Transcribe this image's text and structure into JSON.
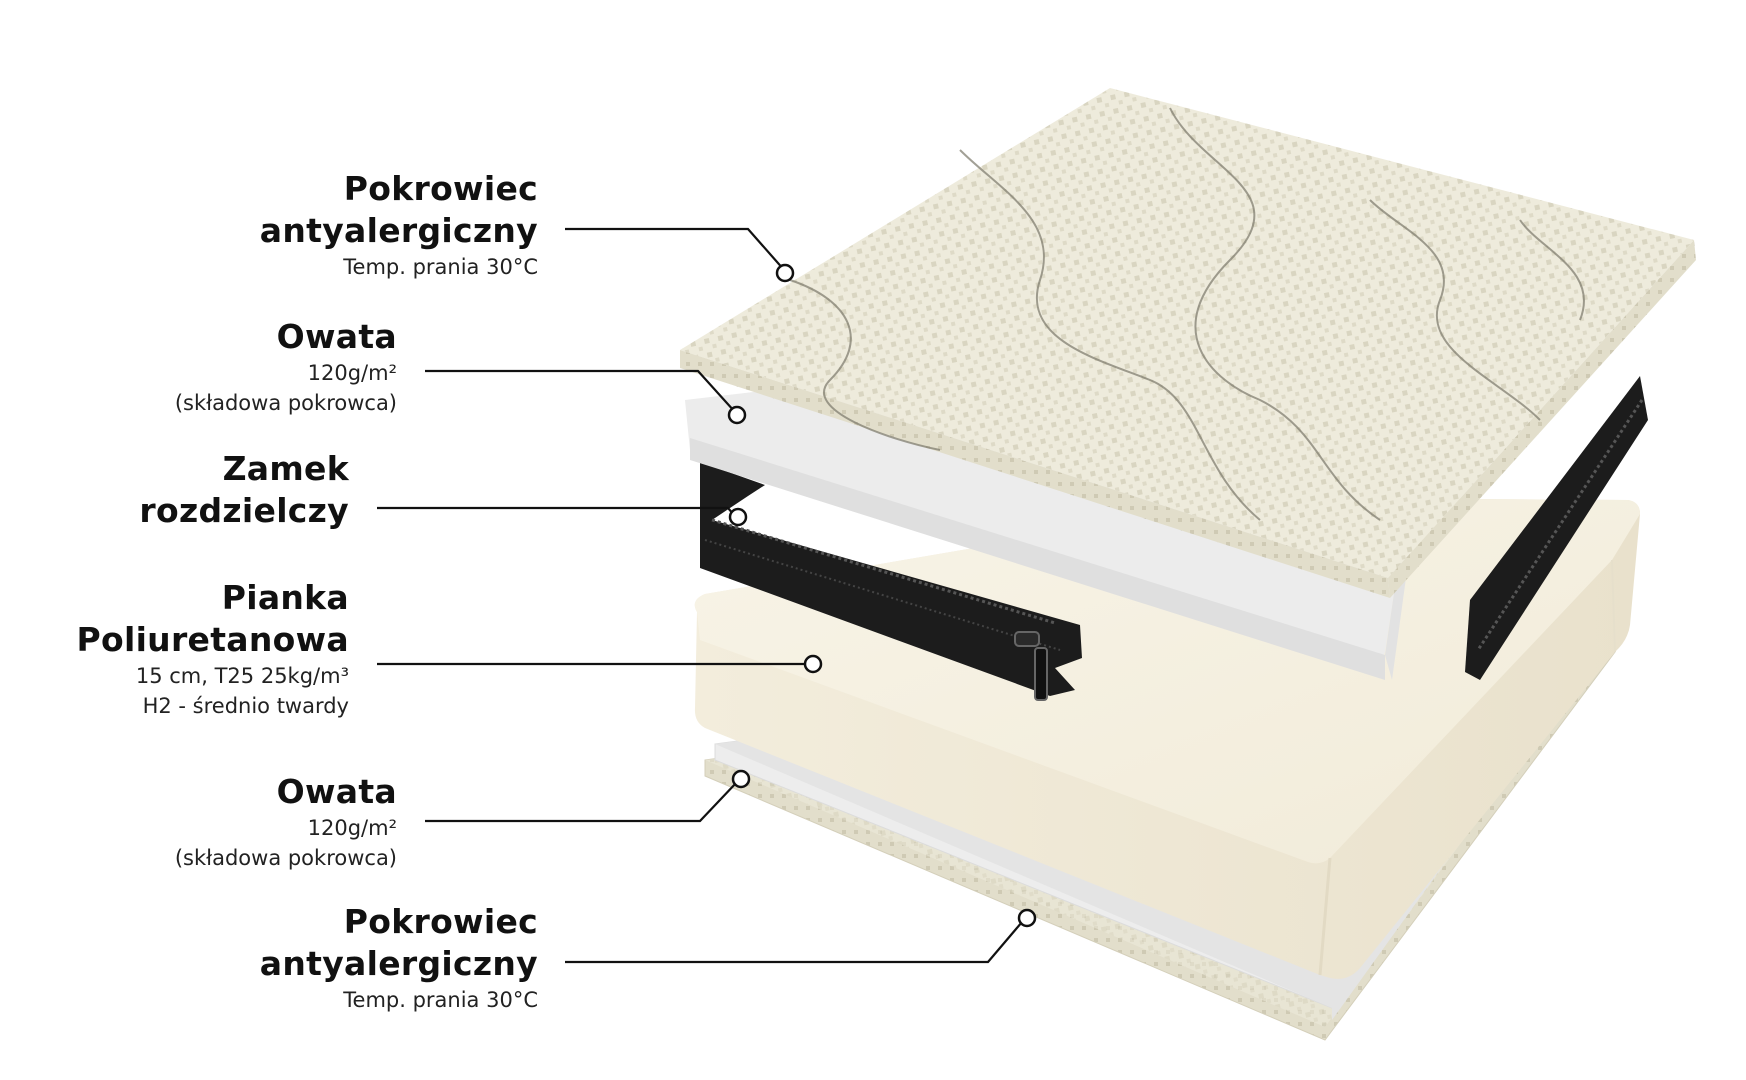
{
  "layers": [
    {
      "id": "top-cover",
      "title_lines": [
        "Pokrowiec",
        "antyalergiczny"
      ],
      "sub_lines": [
        "Temp. prania 30°C"
      ]
    },
    {
      "id": "top-wadding",
      "title_lines": [
        "Owata"
      ],
      "sub_lines": [
        "120g/m²",
        "(składowa pokrowca)"
      ]
    },
    {
      "id": "zipper",
      "title_lines": [
        "Zamek",
        "rozdzielczy"
      ],
      "sub_lines": []
    },
    {
      "id": "foam",
      "title_lines": [
        "Pianka",
        "Poliuretanowa"
      ],
      "sub_lines": [
        "15 cm, T25 25kg/m³",
        "H2 - średnio twardy"
      ]
    },
    {
      "id": "bottom-wadding",
      "title_lines": [
        "Owata"
      ],
      "sub_lines": [
        "120g/m²",
        "(składowa pokrowca)"
      ]
    },
    {
      "id": "bottom-cover",
      "title_lines": [
        "Pokrowiec",
        "antyalergiczny"
      ],
      "sub_lines": [
        "Temp. prania 30°C"
      ]
    }
  ],
  "colors": {
    "cover": "#eeebdc",
    "cover_dot": "#d6d2bd",
    "wadding": "#eeeeee",
    "foam_top": "#f6f1e2",
    "foam_side": "#ede6d3",
    "zipper": "#1c1c1c",
    "leader": "#111111"
  }
}
